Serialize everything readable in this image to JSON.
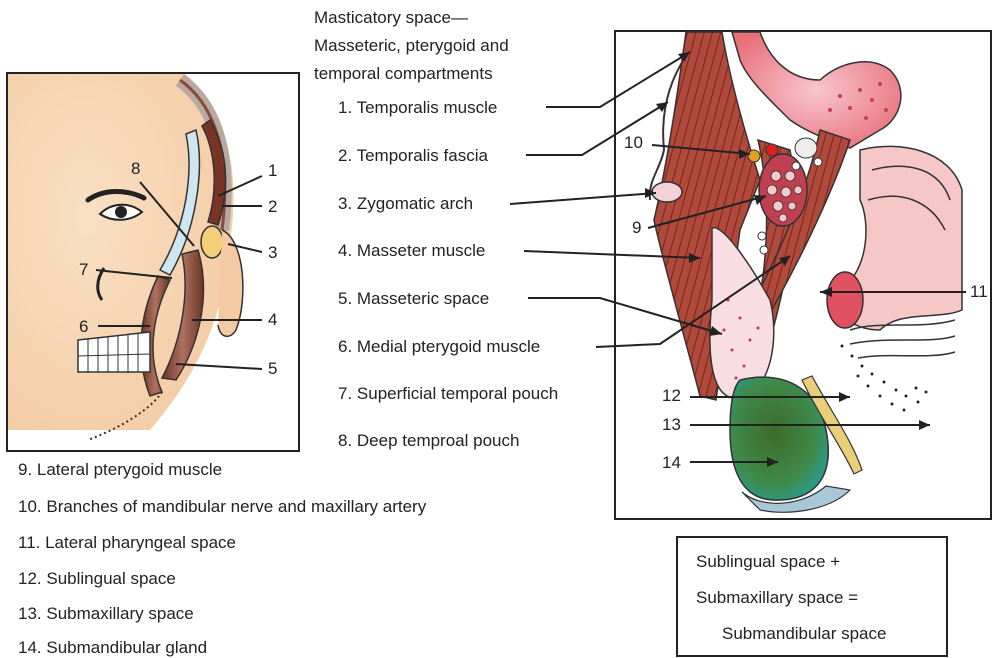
{
  "header": {
    "line1": "Masticatory space—",
    "line2": "Masseteric, pterygoid and",
    "line3": "temporal compartments"
  },
  "legend_upper": [
    "1. Temporalis muscle",
    "2. Temporalis fascia",
    "3. Zygomatic arch",
    "4. Masseter muscle",
    "5. Masseteric space",
    "6. Medial pterygoid muscle",
    "7. Superficial temporal pouch",
    "8. Deep temproal pouch"
  ],
  "legend_lower": [
    "9. Lateral pterygoid muscle",
    "10. Branches of mandibular nerve and maxillary artery",
    "11. Lateral pharyngeal space",
    "12. Sublingual space",
    "13. Submaxillary space",
    "14. Submandibular gland"
  ],
  "left_panel_numbers": [
    "1",
    "2",
    "3",
    "4",
    "5",
    "6",
    "7",
    "8"
  ],
  "right_panel_numbers": [
    "9",
    "10",
    "11",
    "12",
    "13",
    "14"
  ],
  "formula": {
    "line1": "Sublingual space +",
    "line2": "Submaxillary space =",
    "line3": "Submandibular space"
  },
  "colors": {
    "muscle": "#a8372e",
    "skin": "#f5d3b0",
    "bone_pink": "#e8707a",
    "gland_green": "#3f7a35",
    "zygoma": "#f3cf7a"
  }
}
